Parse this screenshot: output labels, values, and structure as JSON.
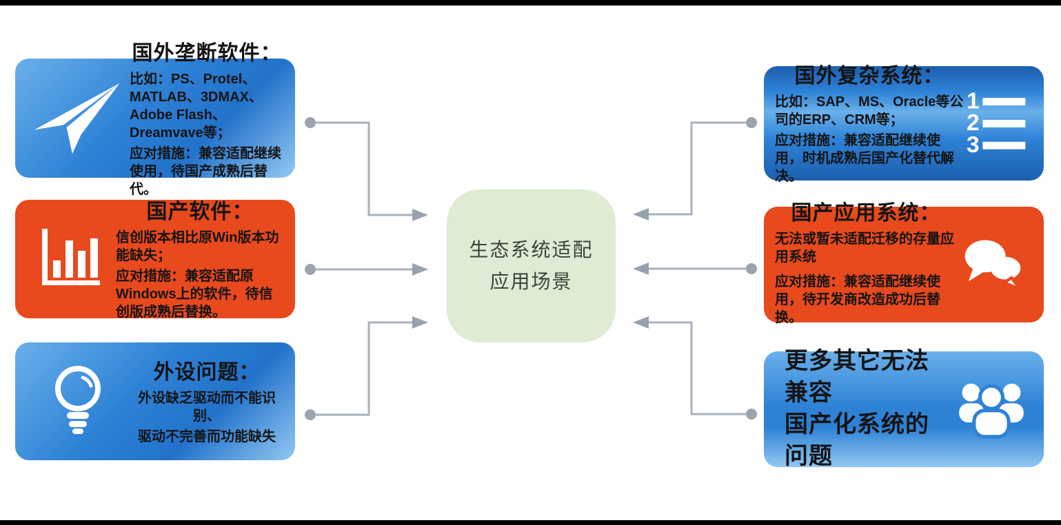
{
  "colors": {
    "canvas_bg": "#ffffff",
    "frame_bar": "#000000",
    "blue_light": "#6ab0ea",
    "blue_mid": "#2e82d6",
    "blue_deep": "#1c5fae",
    "blue_deep2": "#2272ca",
    "blue_sheen": "#93c8f2",
    "orange": "#e8491d",
    "green": "#dfecd3",
    "ink": "#141414",
    "connector": "#a9b1bb",
    "connector_arrow": "#97a1b0",
    "dot": "#9aa3ae"
  },
  "center": {
    "line1": "生态系统适配",
    "line2": "应用场景"
  },
  "left_boxes": [
    {
      "icon": "paper-plane-icon",
      "title": "国外垄断软件：",
      "body1": "比如：PS、Protel、MATLAB、3DMAX、Adobe Flash、Dreamvave等；",
      "body2": "应对措施：兼容适配继续使用，待国产成熟后替代。"
    },
    {
      "icon": "bar-chart-icon",
      "title": "国产软件：",
      "body1": "信创版本相比原Win版本功能缺失；",
      "body2": "应对措施：兼容适配原Windows上的软件，待信创版成熟后替换。"
    },
    {
      "icon": "light-bulb-icon",
      "title": "外设问题：",
      "body1": "外设缺乏驱动而不能识别、",
      "body2": "驱动不完善而功能缺失"
    }
  ],
  "right_boxes": [
    {
      "icon": "numbered-list-icon",
      "title": "国外复杂系统：",
      "body1": "比如：SAP、MS、Oracle等公司的ERP、CRM等；",
      "body2": "应对措施：兼容适配继续使用，时机成熟后国产化替代解决。"
    },
    {
      "icon": "chat-bubbles-icon",
      "title": "国产应用系统：",
      "body1": "无法或暂未适配迁移的存量应用系统",
      "body2": "应对措施：兼容适配继续使用，待开发商改造成功后替换。"
    },
    {
      "icon": "people-group-icon",
      "title_line1": "更多其它无法兼容",
      "title_line2": "国产化系统的问题"
    }
  ]
}
